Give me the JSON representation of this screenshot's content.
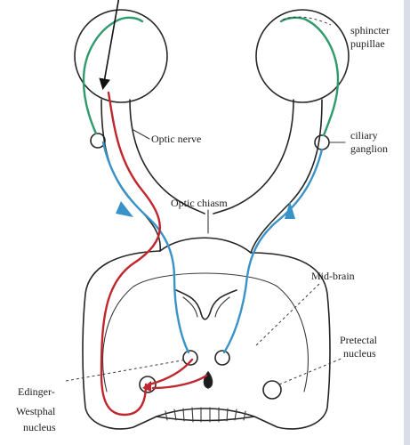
{
  "labels": {
    "sphincter_pupillae": [
      "sphincter",
      "pupillae"
    ],
    "optic_nerve": "Optic nerve",
    "ciliary_ganglion": [
      "ciliary",
      "ganglion"
    ],
    "optic_chiasm": "Optic chiasm",
    "mid_brain": "Mid-brain",
    "pretectal_nucleus": [
      "Pretectal",
      "nucleus"
    ],
    "edinger_westphal_nucleus": [
      "Edinger-",
      "Westphal",
      "nucleus"
    ]
  },
  "colors": {
    "afferent_pathway": "#3a93c8",
    "efferent_pathway": "#c0262e",
    "postganglionic_fibres": "#2f9a6a",
    "outline": "#262626",
    "background": "#ffffff"
  }
}
